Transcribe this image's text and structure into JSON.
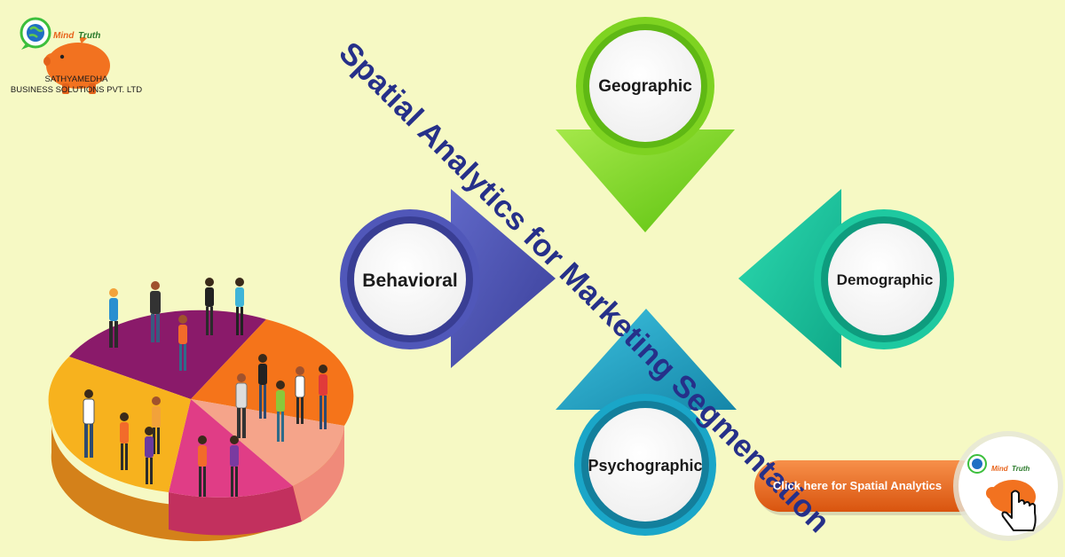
{
  "logo": {
    "word1": "Mind",
    "word2": "Truth",
    "company_line1": "SATHYAMEDHA",
    "company_line2": "BUSINESS SOLUTIONS PVT. LTD",
    "icon": "piggy-bank-globe-icon"
  },
  "title": "Spatial Analytics for Marketing Segmentation",
  "segments": {
    "geographic": "Geographic",
    "behavioral": "Behavioral",
    "demographic": "Demographic",
    "psychographic": "Psychographic"
  },
  "cta": {
    "label": "Click here for Spatial Analytics",
    "word1": "Mind",
    "word2": "Truth",
    "icon": "hand-pointer-icon"
  },
  "colors": {
    "background": "#f6f9c4",
    "title": "#263089",
    "geographic": "#7ed321",
    "behavioral": "#4a50b0",
    "demographic": "#1ec9a0",
    "psychographic": "#1aa6c8",
    "cta": "#e8641c"
  }
}
